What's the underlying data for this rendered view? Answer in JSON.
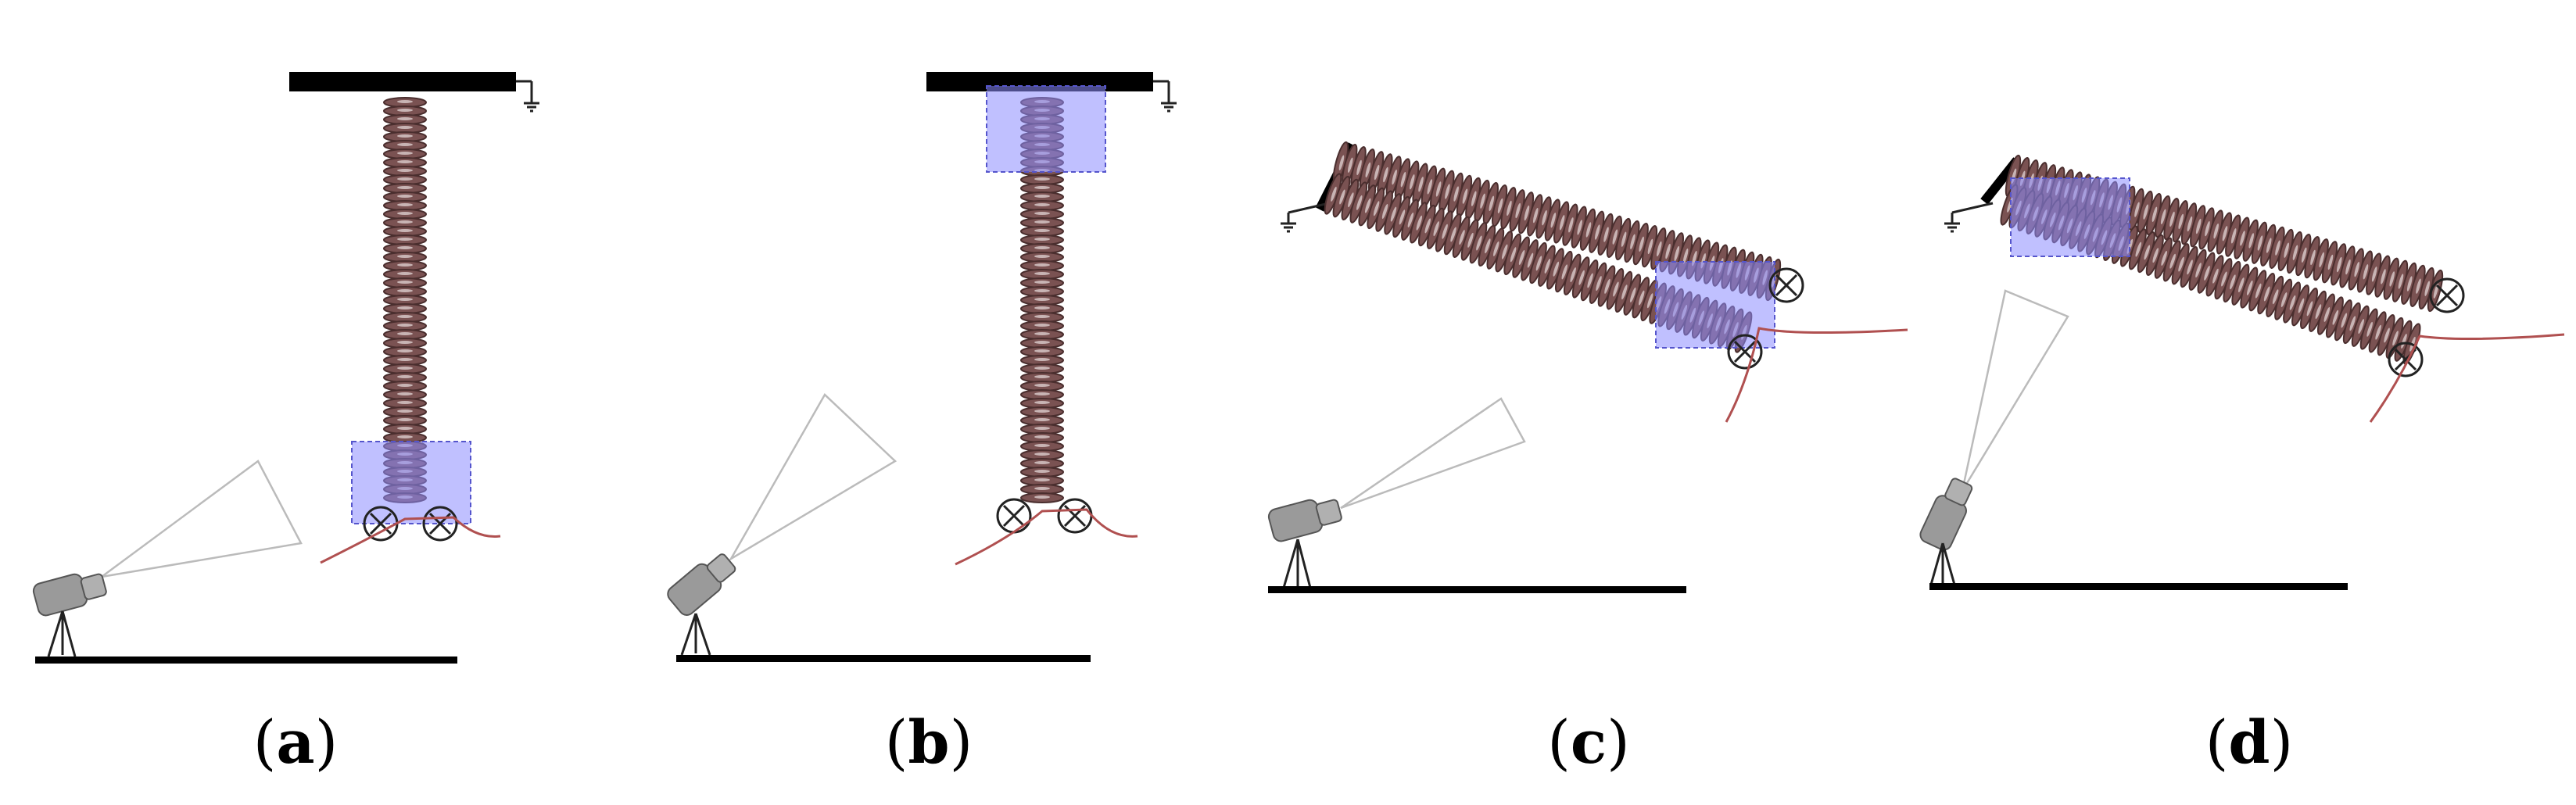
{
  "panels": [
    {
      "id": "a",
      "open": "(",
      "letter": "a",
      "close": ")",
      "string": "vertical",
      "highlight": "bottom",
      "camera": "low-left"
    },
    {
      "id": "b",
      "open": "(",
      "letter": "b",
      "close": ")",
      "string": "vertical",
      "highlight": "top",
      "camera": "aimed-up"
    },
    {
      "id": "c",
      "open": "(",
      "letter": "c",
      "close": ")",
      "string": "inclined-double",
      "highlight": "lower-end",
      "camera": "low-left"
    },
    {
      "id": "d",
      "open": "(",
      "letter": "d",
      "close": ")",
      "string": "inclined-double",
      "highlight": "upper-end",
      "camera": "aimed-up"
    }
  ],
  "colors": {
    "insulator_disc": "#6e4848",
    "highlight_fill": "#8c8cff",
    "highlight_stroke": "#5555cc",
    "cable": "#b05050",
    "camera_body": "#9a9a9a",
    "bar": "#000000"
  }
}
